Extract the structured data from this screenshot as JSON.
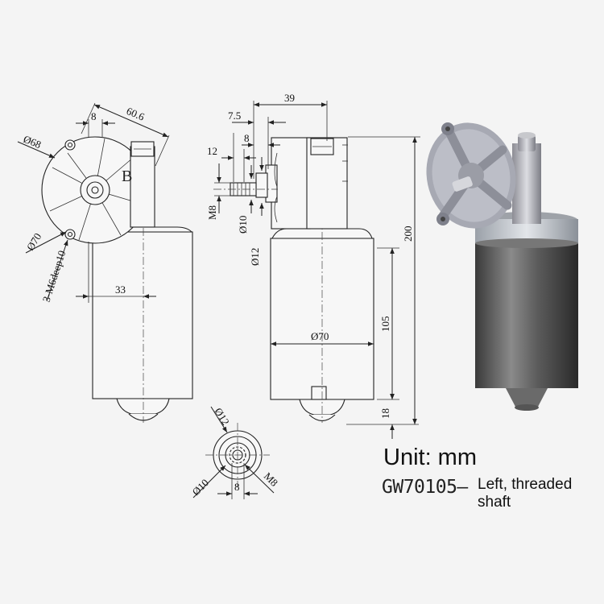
{
  "front_view": {
    "letter": "B",
    "dim_8": "8",
    "dim_60_6": "60.6",
    "dim_d68": "Ø68",
    "dim_d70": "Ø70",
    "dim_mount_holes": "3-M6deep10",
    "dim_33": "33"
  },
  "side_view": {
    "dim_39": "39",
    "dim_7_5": "7.5",
    "dim_8": "8",
    "dim_12": "12",
    "dim_m8": "M8",
    "dim_d10": "Ø10",
    "dim_d12": "Ø12",
    "dim_d70": "Ø70",
    "dim_105": "105",
    "dim_18": "18",
    "dim_200": "200"
  },
  "shaft_view": {
    "dim_d12": "Ø12",
    "dim_d10": "Ø10",
    "dim_m8": "M8",
    "dim_8": "8"
  },
  "caption": {
    "unit": "Unit: mm",
    "model": "GW70105–",
    "note": "Left, threaded shaft"
  }
}
